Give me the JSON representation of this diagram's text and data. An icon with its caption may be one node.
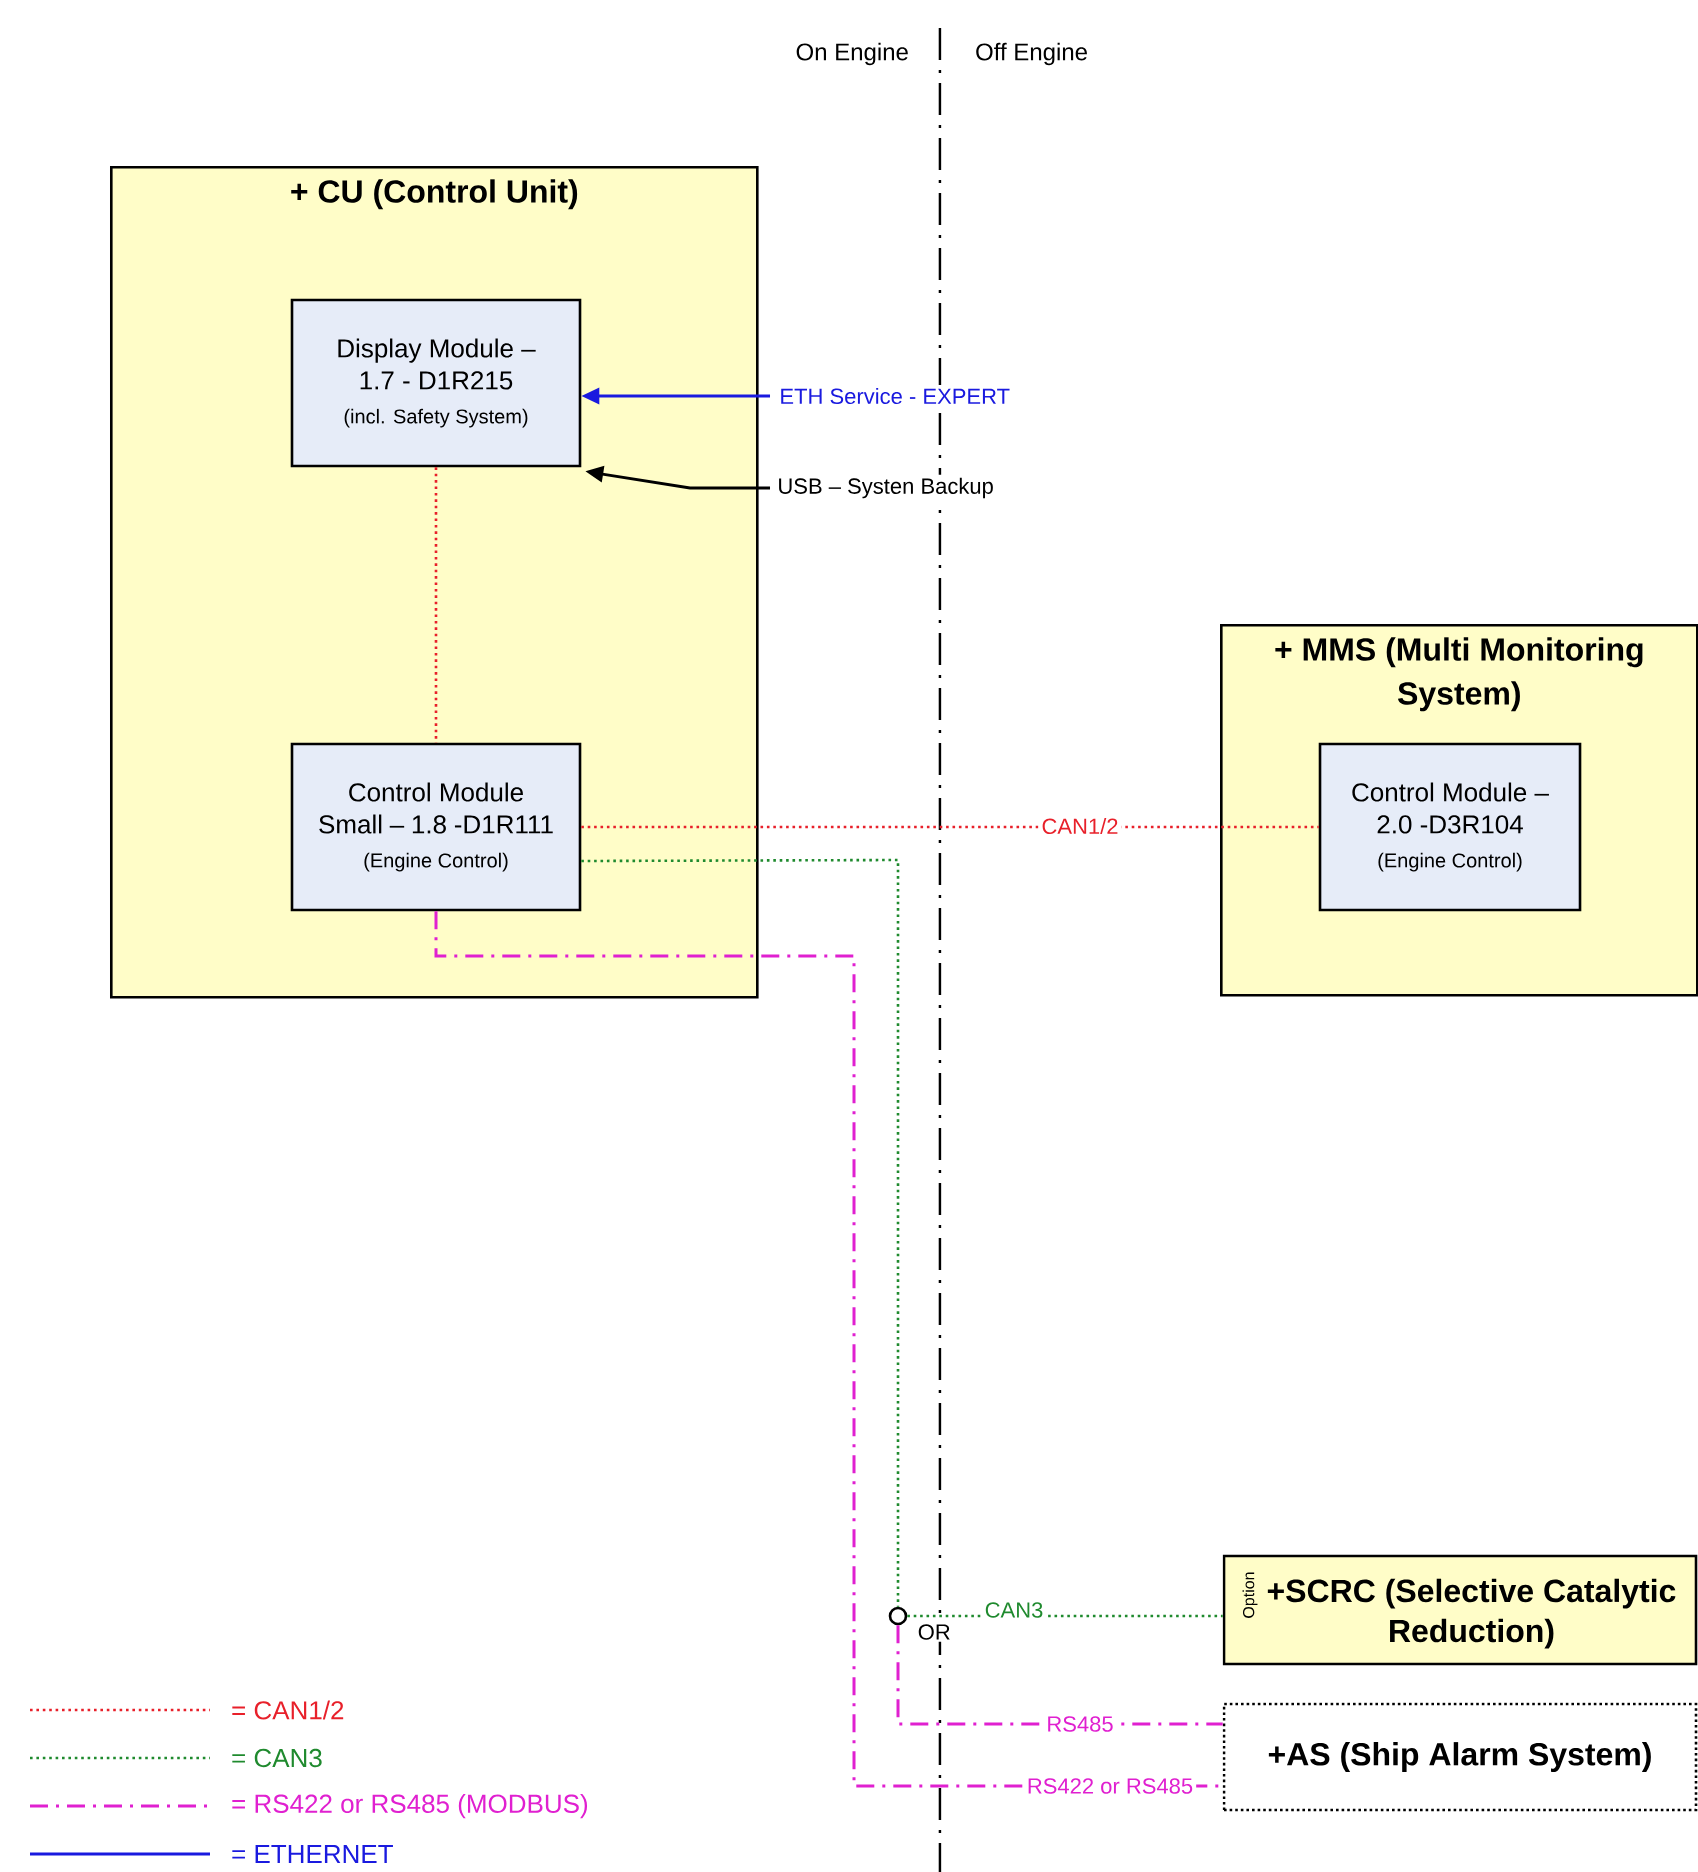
{
  "diagram": {
    "nodes": [
      {
        "text": [
          "+ CU (Control Unit)"
        ]
      },
      {
        "text": [
          "Display Module – 1.7 - D1R215",
          "(incl. Safety System)"
        ],
        "in": 0
      },
      {
        "text": [
          "Control Module Small – 1.8 -D1R111",
          "(Engine Control)"
        ],
        "in": 0
      },
      {
        "text": [
          "+ MMS (Multi Monitoring System)"
        ]
      },
      {
        "text": [
          "Control Module – 2.0 -D3R104",
          "(Engine Control)"
        ],
        "in": 3
      },
      {
        "text": [
          "+SCRC (Selective Catalytic Reduction)",
          "Option"
        ]
      },
      {
        "text": [
          "+AS (Ship Alarm System)"
        ]
      },
      {
        "text": [],
        "shape": "circle",
        "beside": [
          "OR"
        ]
      }
    ],
    "edges": [
      {
        "from": null,
        "to": 1,
        "arrow": "to",
        "label": "ETH Service - EXPERT",
        "color": "#1a1adf"
      },
      {
        "from": null,
        "to": 1,
        "arrow": "to",
        "label": "USB – Systen Backup",
        "color": "#000000"
      },
      {
        "from": 1,
        "to": 2,
        "arrow": "none",
        "style": "dashed",
        "color": "#e8202a"
      },
      {
        "from": 2,
        "to": 4,
        "arrow": "none",
        "label": "CAN1/2",
        "style": "dashed",
        "color": "#e8202a"
      },
      {
        "from": 2,
        "to": 7,
        "arrow": "none",
        "style": "dashed",
        "color": "#1f8a2e"
      },
      {
        "from": 7,
        "to": 5,
        "arrow": "none",
        "label": "CAN3",
        "style": "dashed",
        "color": "#1f8a2e"
      },
      {
        "from": 7,
        "to": 6,
        "arrow": "none",
        "label": "RS485",
        "style": "dashed",
        "color": "#e020d0"
      },
      {
        "from": 2,
        "to": 6,
        "arrow": "none",
        "label": "RS422 or RS485",
        "style": "dashed",
        "color": "#e020d0"
      }
    ],
    "labels": [
      "On Engine",
      "Off Engine"
    ],
    "legend": [
      {
        "text": "= CAN1/2"
      },
      {
        "text": "= CAN3"
      },
      {
        "text": "= RS422 or RS485 (MODBUS)"
      },
      {
        "text": "= ETHERNET"
      }
    ]
  }
}
